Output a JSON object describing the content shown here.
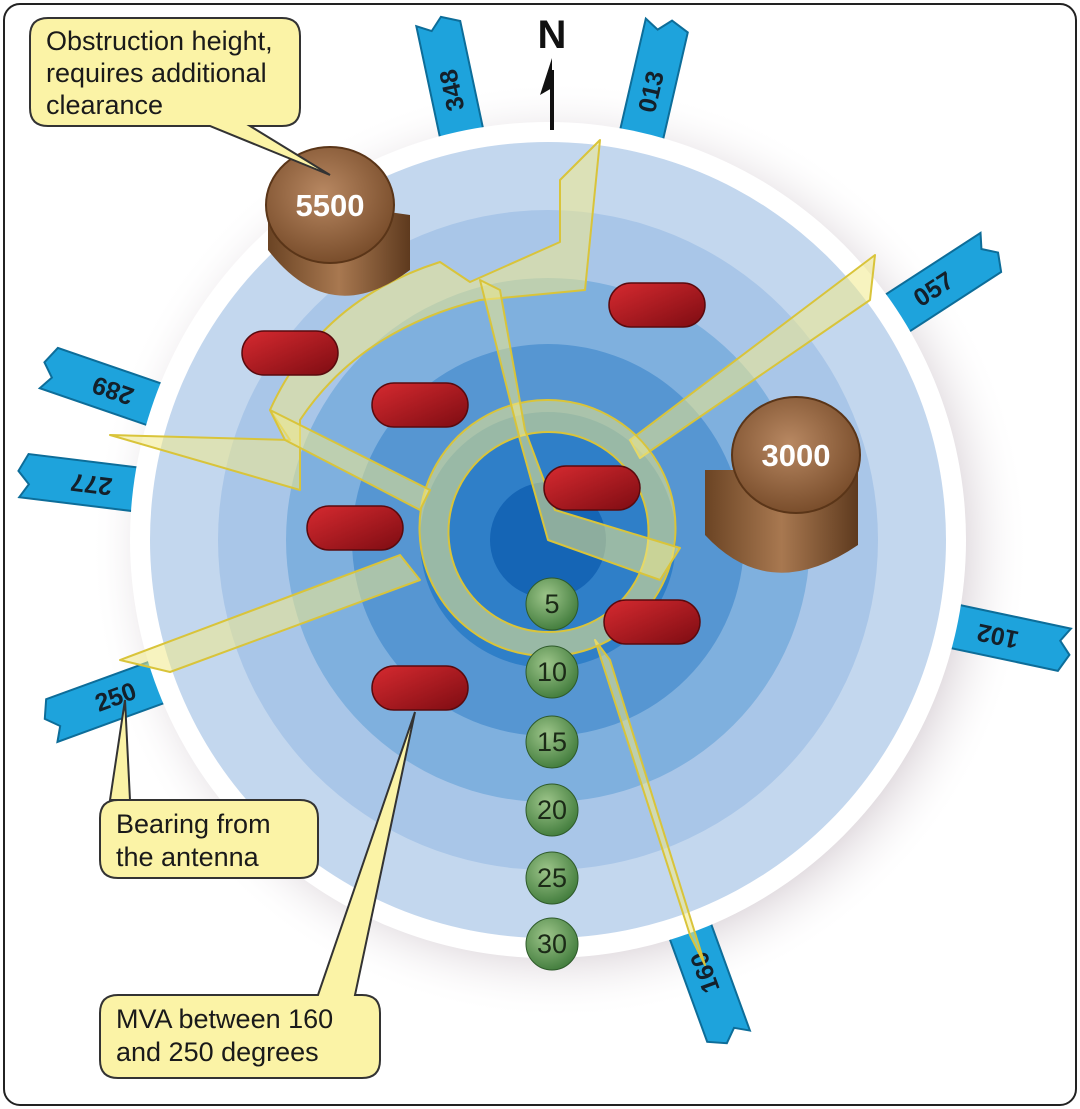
{
  "north_label": "N",
  "bearings": [
    "348",
    "013",
    "057",
    "102",
    "160",
    "250",
    "277",
    "289"
  ],
  "range_rings": [
    "5",
    "10",
    "15",
    "20",
    "25",
    "30"
  ],
  "obstructions": [
    "5500",
    "3000"
  ],
  "callouts": {
    "obstruction": [
      "Obstruction height,",
      "requires additional",
      "clearance"
    ],
    "bearing": [
      "Bearing from",
      "the antenna"
    ],
    "mva": [
      "MVA between 160",
      "and 250 degrees"
    ]
  },
  "colors": {
    "tab": "#1ea3dc",
    "callout_fill": "#fbf3a6",
    "sector_overlay": "#f0e98a",
    "obstruction": "#8a5a35",
    "mva_marker": "#b01820",
    "ring_marker": "#6f9c5a"
  }
}
